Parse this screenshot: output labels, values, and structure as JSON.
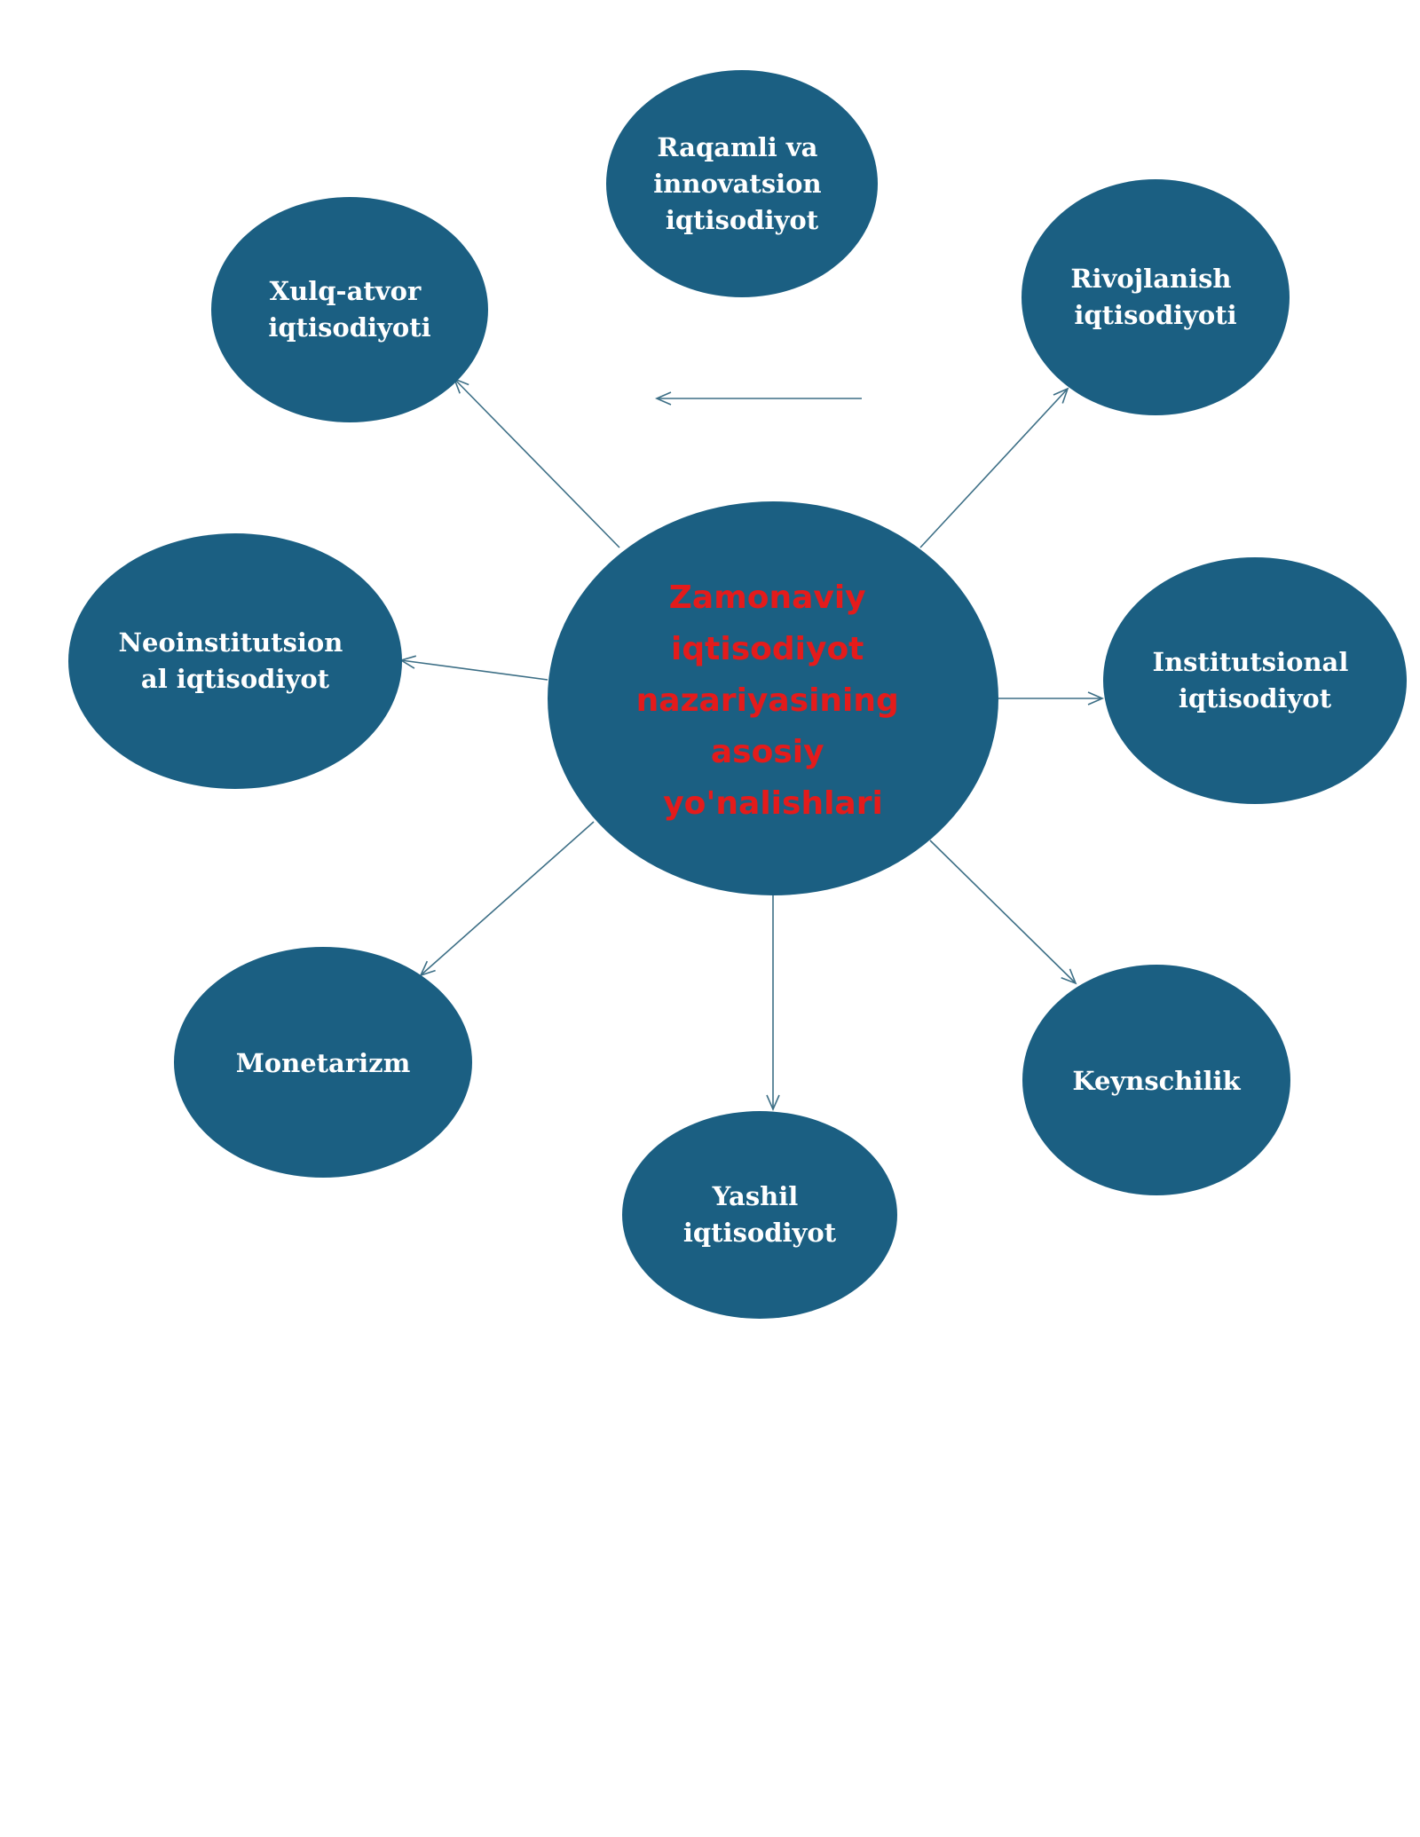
{
  "center": {
    "lines": [
      "Zamonaviy",
      "iqtisodiyot",
      "nazariyasining",
      "asosiy",
      "yo'nalishlari"
    ]
  },
  "nodes": [
    {
      "id": "raqamli",
      "lines": [
        "Raqamli va",
        "innovatsion",
        "iqtisodiyot"
      ]
    },
    {
      "id": "xulq-atvor",
      "lines": [
        "Xulq-atvor",
        "iqtisodiyoti"
      ]
    },
    {
      "id": "rivojlanish",
      "lines": [
        "Rivojlanish",
        "iqtisodiyoti"
      ]
    },
    {
      "id": "neoinstitutsional",
      "lines": [
        "Neoinstitutsion",
        "al iqtisodiyot"
      ]
    },
    {
      "id": "institutsional",
      "lines": [
        "Institutsional",
        "iqtisodiyot"
      ]
    },
    {
      "id": "monetarizm",
      "lines": [
        "Monetarizm"
      ]
    },
    {
      "id": "keynschilik",
      "lines": [
        "Keynschilik"
      ]
    },
    {
      "id": "yashil",
      "lines": [
        "Yashil",
        "iqtisodiyot"
      ]
    }
  ],
  "colors": {
    "node_fill": "#1b5f82",
    "node_text": "#ffffff",
    "center_text": "#e41b1b",
    "connector": "#3d6f86"
  }
}
